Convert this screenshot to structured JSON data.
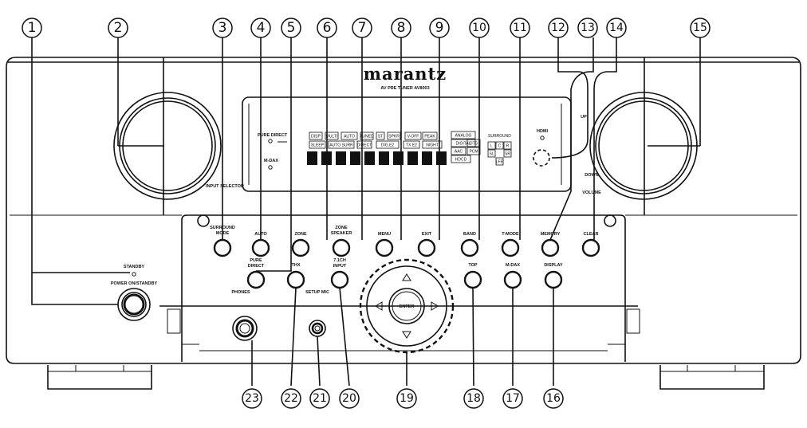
{
  "brand": {
    "logo": "marantz",
    "model": "AV PRE TUNER AV8003"
  },
  "callouts": [
    "1",
    "2",
    "3",
    "4",
    "5",
    "6",
    "7",
    "8",
    "9",
    "10",
    "11",
    "12",
    "13",
    "14",
    "15",
    "16",
    "17",
    "18",
    "19",
    "20",
    "21",
    "22",
    "23"
  ],
  "controls": {
    "input_selector": "INPUT SELECTOR",
    "volume": "VOLUME",
    "volume_up": "UP",
    "volume_down": "DOWN",
    "surround_mode": [
      "SURROUND",
      "MODE"
    ],
    "auto": "AUTO",
    "zone": "ZONE",
    "zone_speaker": [
      "ZONE",
      "SPEAKER"
    ],
    "menu": "MENU",
    "exit": "EXIT",
    "band": "BAND",
    "tmode": "T-MODE",
    "memory": "MEMORY",
    "clear": "CLEAR",
    "pure_direct_btn": [
      "PURE",
      "DIRECT"
    ],
    "thx": "THX",
    "seven_one_input": [
      "7.1CH",
      "INPUT"
    ],
    "enter": "ENTER",
    "top": "TOP",
    "m_dax_btn": "M-DAX",
    "display": "DISPLAY",
    "standby": "STANDBY",
    "power": "POWER ON/STANDBY",
    "phones": "PHONES",
    "setup_mic": "SETUP MIC",
    "pure_direct_led": "PURE DIRECT",
    "m_dax_led": "M-DAX",
    "hdmi": "HDMI"
  },
  "display_panel": {
    "row1": [
      "DISP",
      "MULTI",
      "AUTO",
      "TUNED",
      "ST",
      "SPKR",
      "V-OFF",
      "PEAK"
    ],
    "row2": [
      "SLEEP",
      "AUTO SURR",
      "DIRECT",
      "DIG.E2",
      "TX E2",
      "NIGHT"
    ],
    "right": [
      "ANALOG",
      "DIGITAL",
      "AAC",
      "PCM",
      "DTS",
      "HDCD"
    ],
    "surround": [
      "SURROUND",
      "L",
      "C",
      "R",
      "SL",
      "SR",
      "LFE"
    ]
  }
}
